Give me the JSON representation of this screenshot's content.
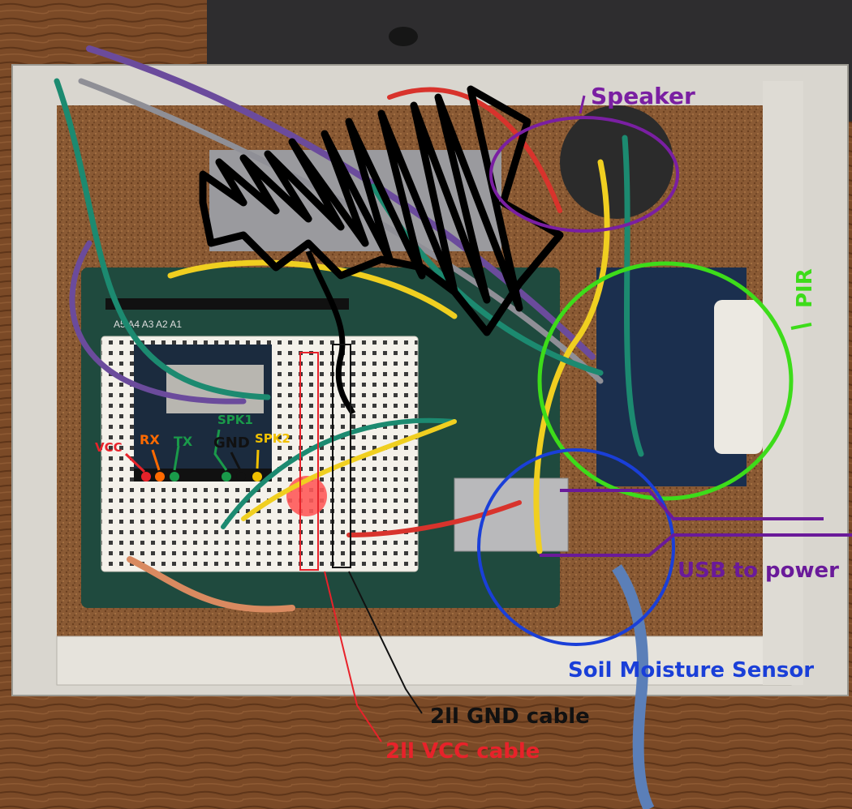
{
  "annotations": {
    "speaker": "Speaker",
    "pir": "PIR",
    "usb_to_power": "USB to power",
    "soil_moisture_sensor": "Soil Moisture Sensor",
    "gnd_cable": "2ll GND cable",
    "vcc_cable": "2ll VCC cable"
  },
  "pin_labels": {
    "vcc": "VCC",
    "rx": "RX",
    "tx": "TX",
    "spk1": "SPK1",
    "gnd": "GND",
    "spk2": "SPK2"
  },
  "colors": {
    "speaker_circle": "#7a1fa2",
    "pir_circle": "#3ddc1a",
    "soil_circle": "#1a3fd8",
    "usb_text": "#6a1a9a",
    "vcc_red": "#e8222a",
    "rx_orange": "#ff6a00",
    "tx_green": "#1a9a4a",
    "gnd_black": "#111111",
    "spk2_yellow": "#f0c000",
    "scribble": "#000000"
  }
}
